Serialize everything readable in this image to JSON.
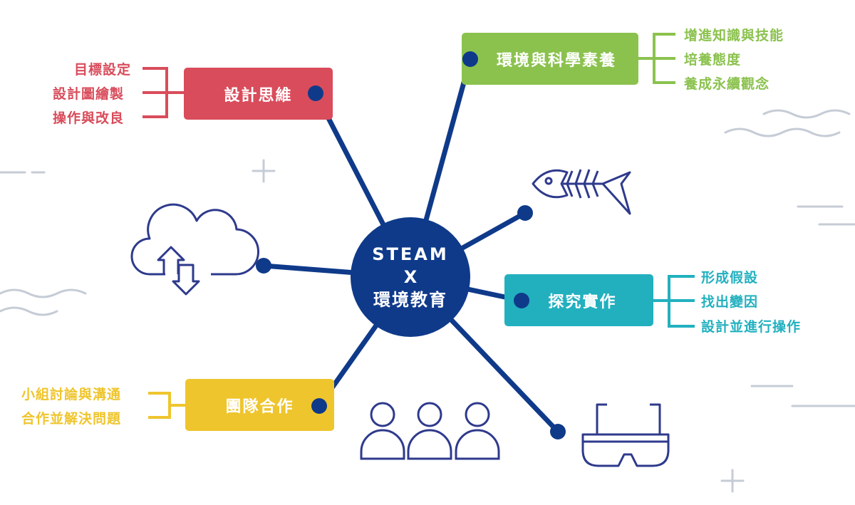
{
  "center": {
    "line1": "STEAM",
    "line2": "X",
    "line3": "環境教育"
  },
  "branches": {
    "design": {
      "label": "設計思維",
      "color": "#d94c5b",
      "items": [
        "目標設定",
        "設計圖繪製",
        "操作與改良"
      ]
    },
    "science": {
      "label": "環境與科學素養",
      "color": "#8bc24e",
      "items": [
        "增進知識與技能",
        "培養態度",
        "養成永續觀念"
      ]
    },
    "inquiry": {
      "label": "探究實作",
      "color": "#22b0bf",
      "items": [
        "形成假設",
        "找出變因",
        "設計並進行操作"
      ]
    },
    "team": {
      "label": "團隊合作",
      "color": "#efc52d",
      "items": [
        "小組討論與溝通",
        "合作並解決問題"
      ]
    }
  },
  "icons": [
    "cloud-sync-icon",
    "fish-bone-icon",
    "people-group-icon",
    "vr-glasses-icon"
  ],
  "colors": {
    "hub": "#0f3a8a",
    "decor": "#c6ccd6"
  }
}
